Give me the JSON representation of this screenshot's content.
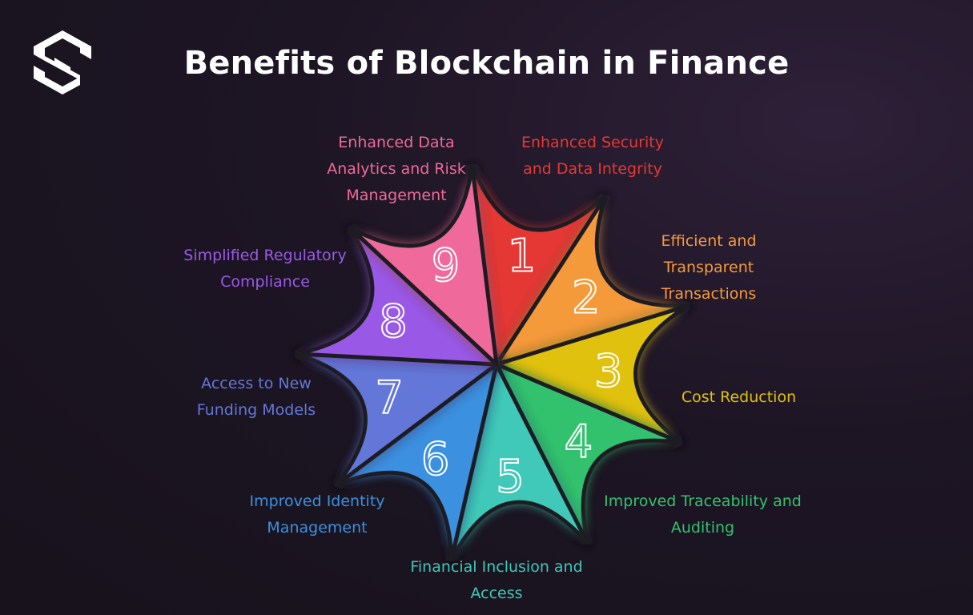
{
  "title": "Benefits of Blockchain in Finance",
  "logo_icon": "s-monogram-logo-icon",
  "benefits": [
    {
      "number": "1",
      "label": "Enhanced Security and Data Integrity",
      "color": "#e53935"
    },
    {
      "number": "2",
      "label": "Efficient and Transparent Transactions",
      "color": "#f59a3a"
    },
    {
      "number": "3",
      "label": "Cost Reduction",
      "color": "#e0c107"
    },
    {
      "number": "4",
      "label": "Improved Traceability and Auditing",
      "color": "#33c26e"
    },
    {
      "number": "5",
      "label": "Financial Inclusion and Access",
      "color": "#3fc8b8"
    },
    {
      "number": "6",
      "label": "Improved Identity Management",
      "color": "#3b90e0"
    },
    {
      "number": "7",
      "label": "Access to New Funding Models",
      "color": "#6477d8"
    },
    {
      "number": "8",
      "label": "Simplified Regulatory Compliance",
      "color": "#9a59e6"
    },
    {
      "number": "9",
      "label": "Enhanced Data Analytics and Risk Management",
      "color": "#ef6a9a"
    }
  ]
}
